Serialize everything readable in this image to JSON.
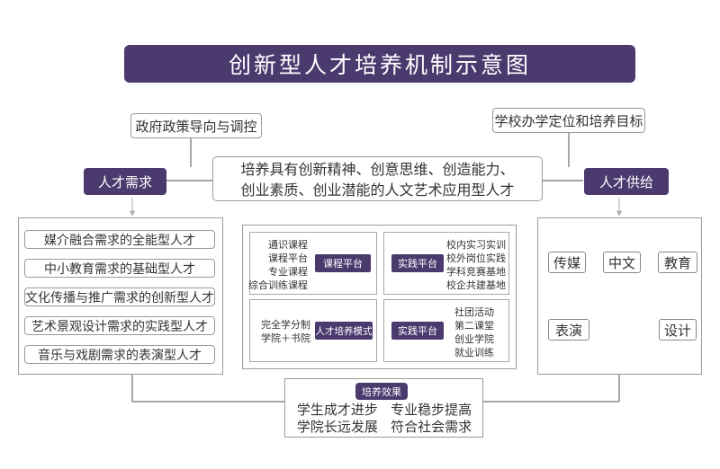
{
  "title": "创新型人才培养机制示意图",
  "gov_guide": "政府政策导向与调控",
  "school_goal": "学校办学定位和培养目标",
  "talent_demand": "人才需求",
  "talent_supply": "人才供给",
  "center_lines": [
    "培养具有创新精神、创意思维、创造能力、",
    "创业素质、创业潜能的人文艺术应用型人才"
  ],
  "demands": [
    "媒介融合需求的全能型人才",
    "中小教育需求的基础型人才",
    "文化传播与推广需求的创新型人才",
    "艺术景观设计需求的实践型人才",
    "音乐与戏剧需求的表演型人才"
  ],
  "platforms": {
    "course": {
      "label": "课程平台",
      "items": [
        "通识课程",
        "课程平台",
        "专业课程",
        "综合训练课程"
      ]
    },
    "practice1": {
      "label": "实践平台",
      "items": [
        "校内实习实训",
        "校外岗位实践",
        "学科竞赛基地",
        "校企共建基地"
      ]
    },
    "mode": {
      "label": "人才培养模式",
      "items": [
        "完全学分制",
        "学院＋书院"
      ]
    },
    "practice2": {
      "label": "实践平台",
      "items": [
        "社团活动",
        "第二课堂",
        "创业学院",
        "就业训练"
      ]
    }
  },
  "cycle": {
    "media": "传媒",
    "chinese": "中文",
    "education": "教育",
    "design": "设计",
    "performance": "表演"
  },
  "effect": {
    "label": "培养效果",
    "lines": [
      "学生成才进步   专业稳步提高",
      "学院长远发展   符合社会需求"
    ]
  }
}
